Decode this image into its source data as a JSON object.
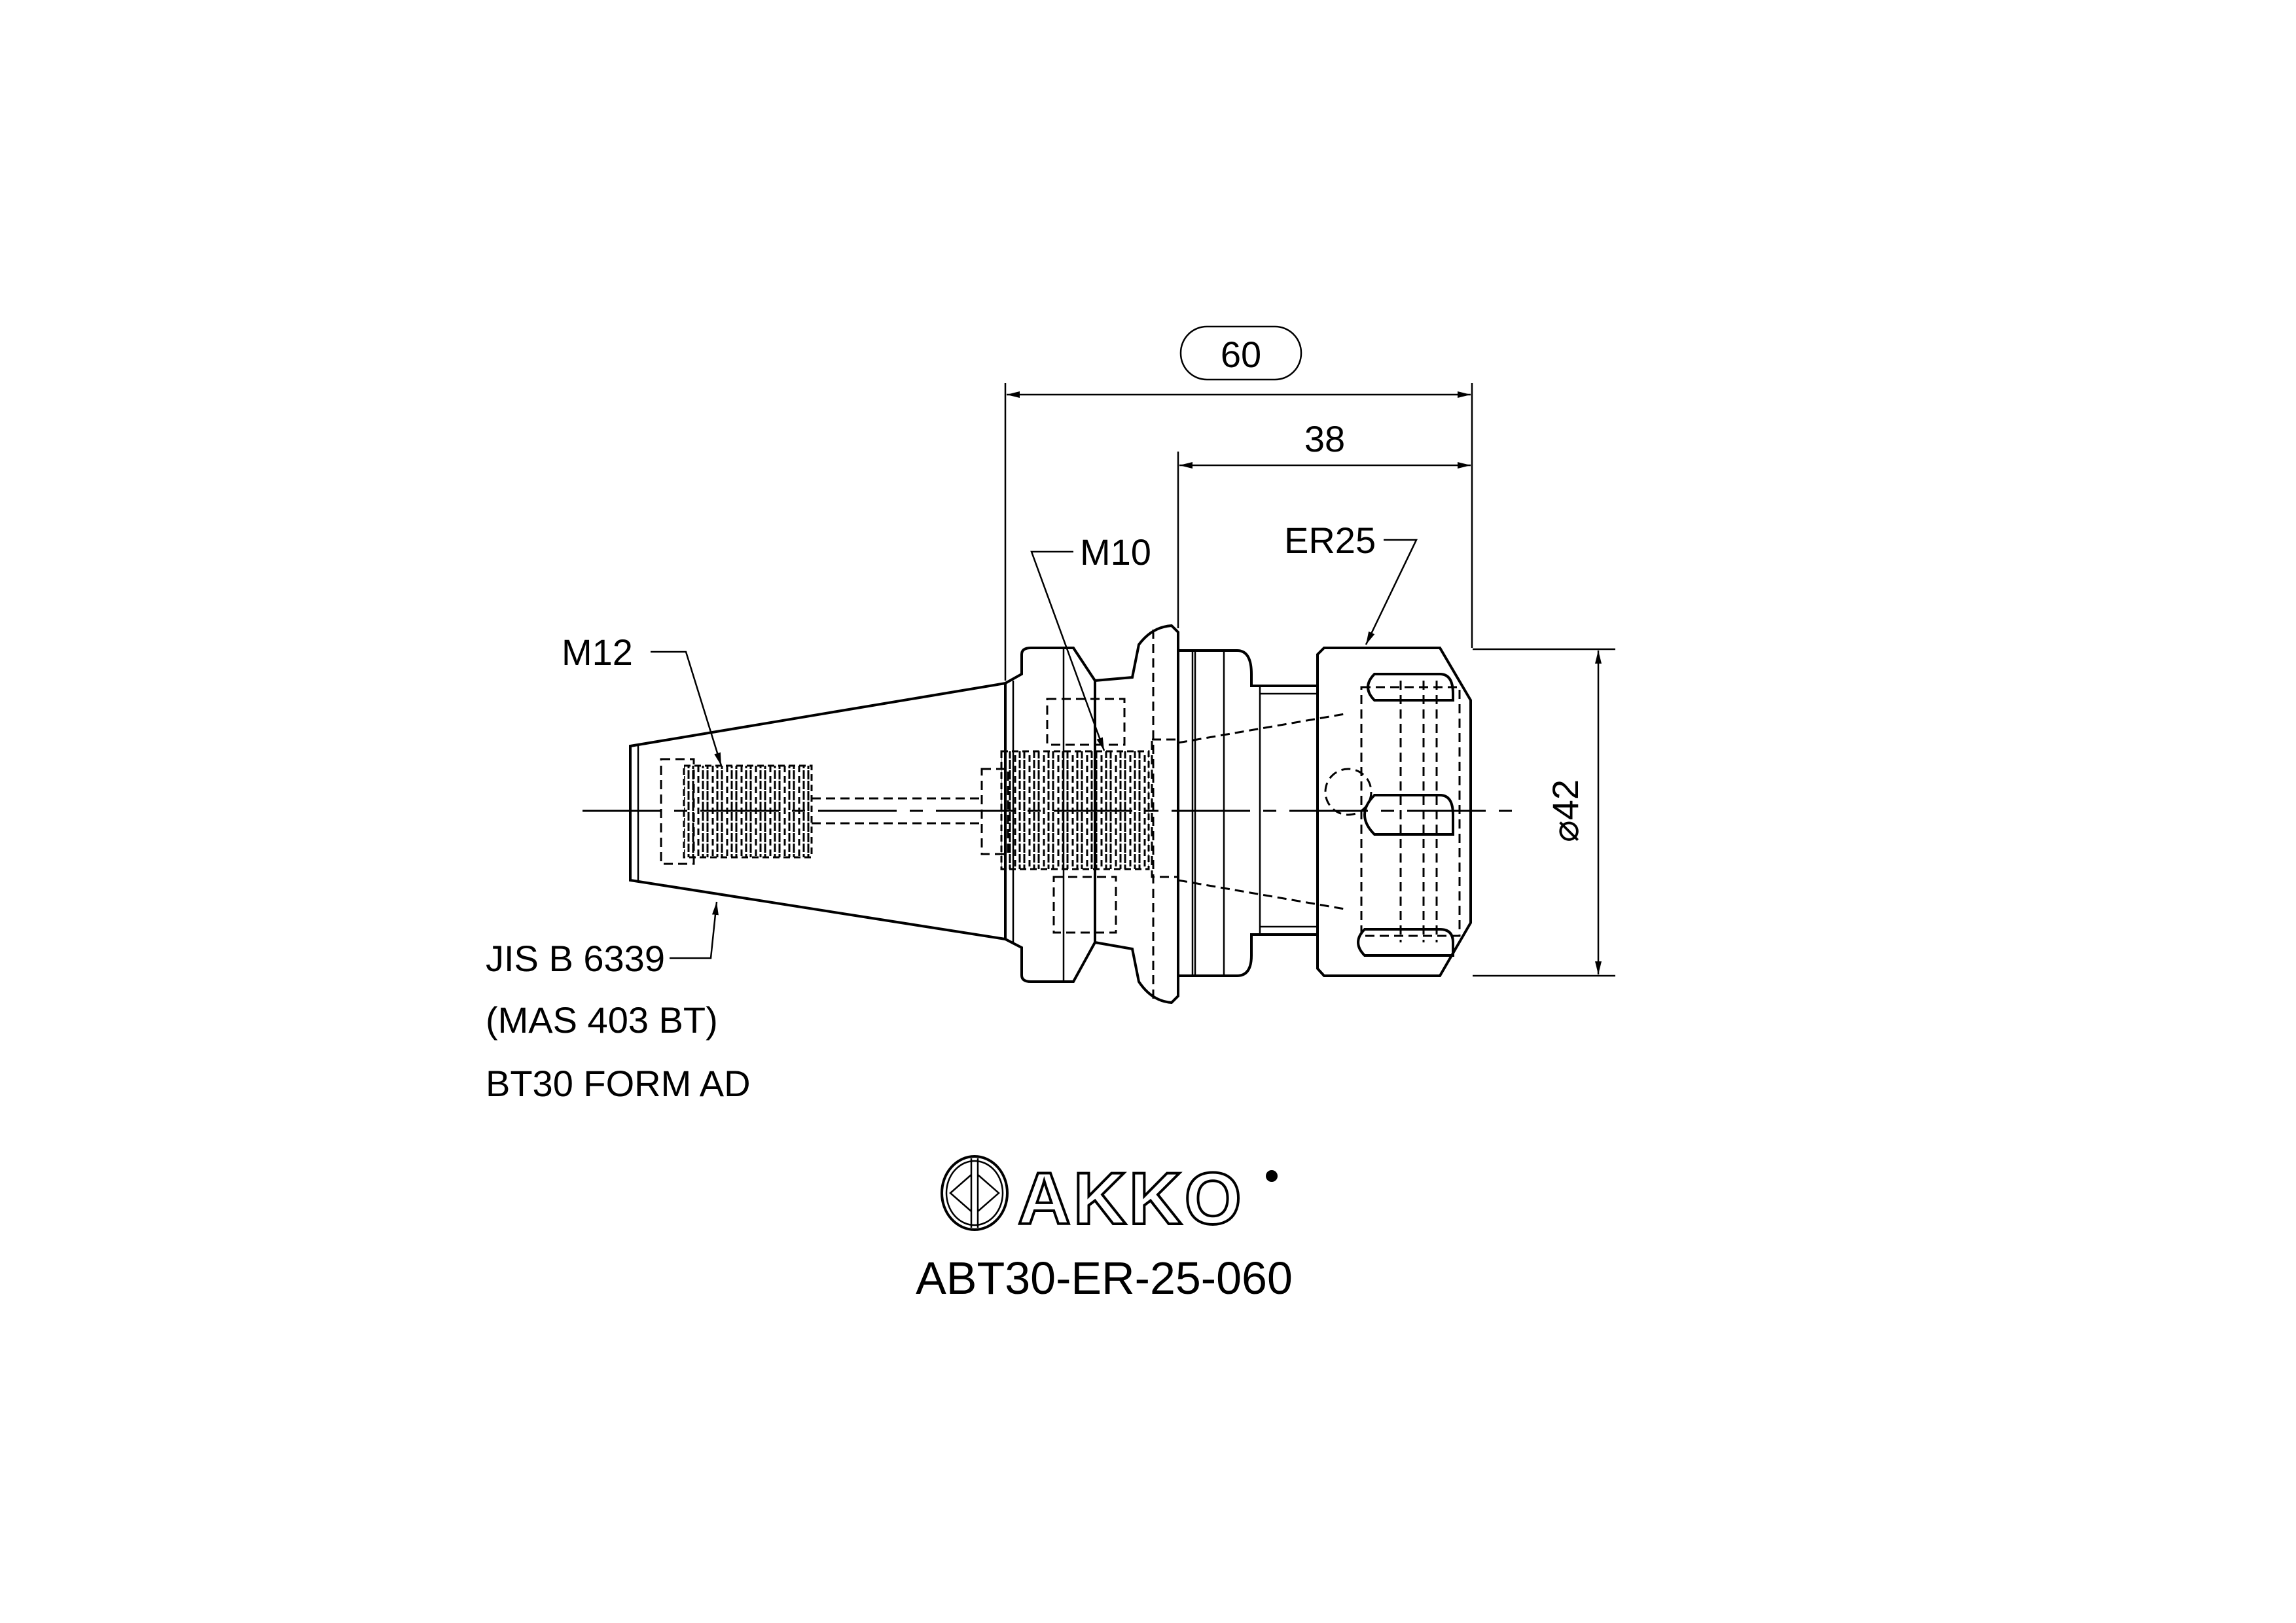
{
  "dimensions": {
    "overall_length": "60",
    "gauge_length": "38",
    "diameter": "⌀42"
  },
  "callouts": {
    "pull_stud_thread": "M12",
    "back_thread": "M10",
    "collet": "ER25"
  },
  "standard": {
    "line1": "JIS B 6339",
    "line2": "(MAS 403 BT)",
    "line3": "BT30 FORM AD"
  },
  "logo": {
    "brand": "AKKO"
  },
  "part_number": "ABT30-ER-25-060",
  "colors": {
    "ink": "#000000",
    "paper": "#ffffff"
  }
}
